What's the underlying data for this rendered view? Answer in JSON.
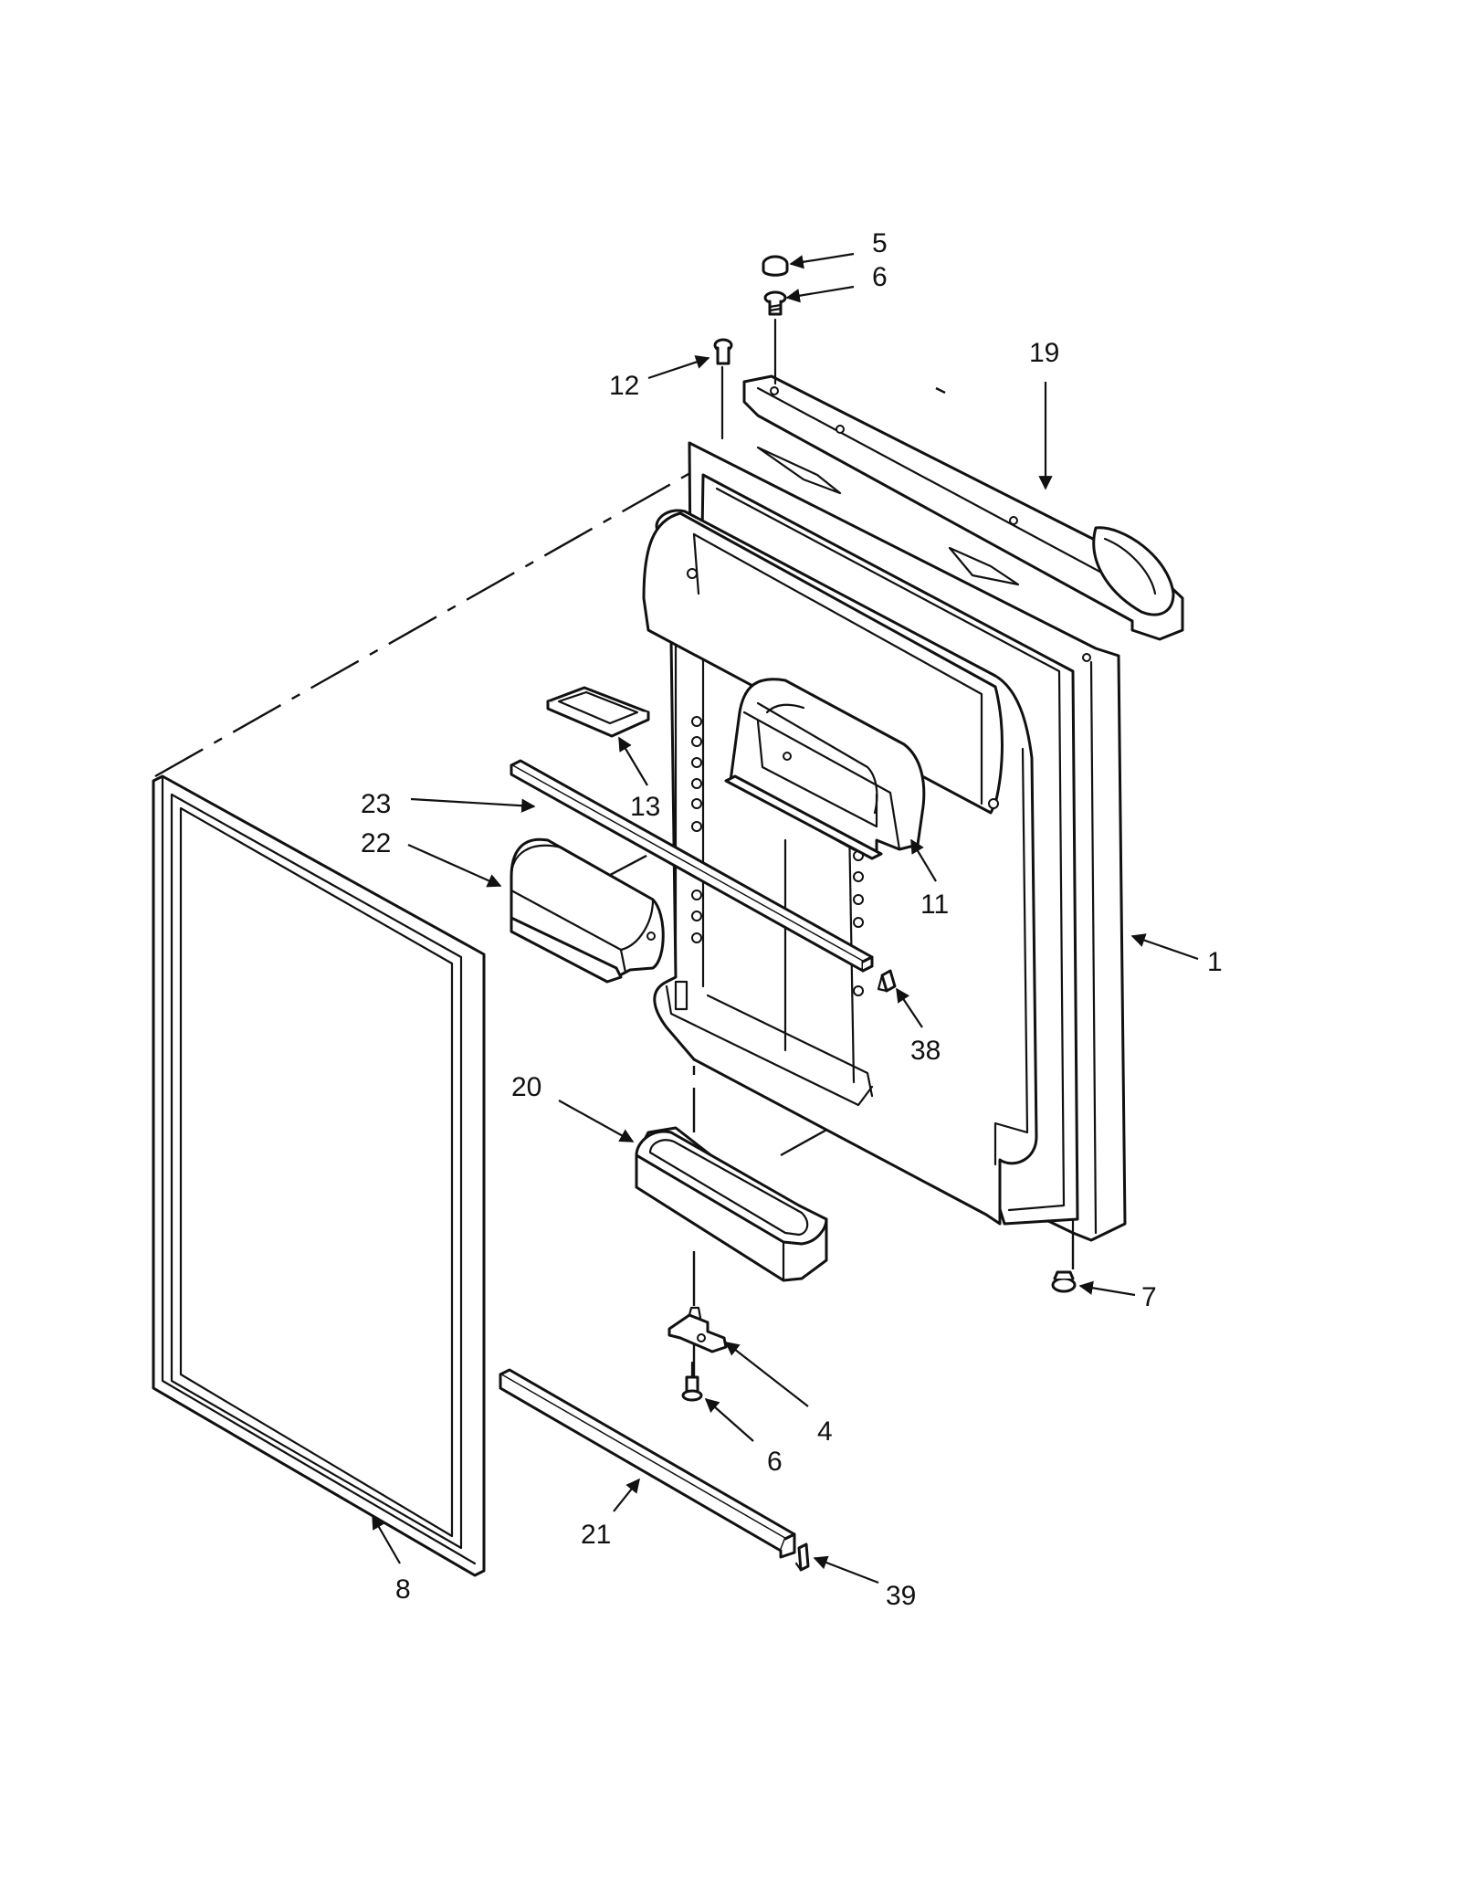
{
  "callouts": [
    {
      "id": "c5",
      "label": "5"
    },
    {
      "id": "c6a",
      "label": "6"
    },
    {
      "id": "c19",
      "label": "19"
    },
    {
      "id": "c12",
      "label": "12"
    },
    {
      "id": "c13",
      "label": "13"
    },
    {
      "id": "c23",
      "label": "23"
    },
    {
      "id": "c22",
      "label": "22"
    },
    {
      "id": "c11",
      "label": "11"
    },
    {
      "id": "c1",
      "label": "1"
    },
    {
      "id": "c38",
      "label": "38"
    },
    {
      "id": "c20",
      "label": "20"
    },
    {
      "id": "c7",
      "label": "7"
    },
    {
      "id": "c4",
      "label": "4"
    },
    {
      "id": "c6b",
      "label": "6"
    },
    {
      "id": "c21",
      "label": "21"
    },
    {
      "id": "c39",
      "label": "39"
    },
    {
      "id": "c8",
      "label": "8"
    }
  ]
}
